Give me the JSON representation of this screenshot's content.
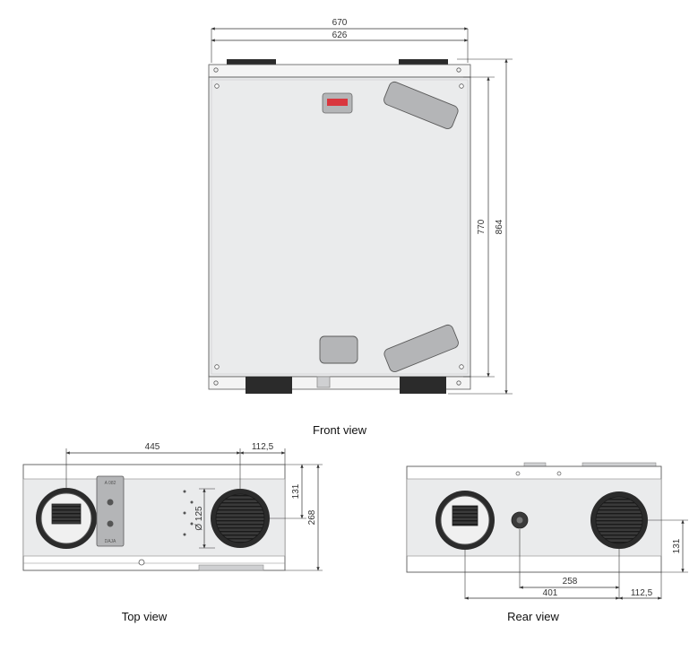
{
  "views": {
    "front": {
      "label": "Front view"
    },
    "top": {
      "label": "Top view"
    },
    "rear": {
      "label": "Rear view"
    }
  },
  "dimensions": {
    "front_width_outer": "670",
    "front_width_inner": "626",
    "front_height_inner": "770",
    "front_height_outer": "864",
    "top_spigot_spacing": "445",
    "top_spigot_offset": "112,5",
    "top_spigot_height": "131",
    "top_depth": "268",
    "top_spigot_diameter": "Ø 125",
    "rear_spigot_spacing_inner": "258",
    "rear_spigot_spacing_outer": "401",
    "rear_spigot_offset": "112,5",
    "rear_spigot_height": "131"
  },
  "plate_text": {
    "top": "A 082",
    "bottom": "DAJA"
  },
  "colors": {
    "panel": "#eaebec",
    "outline": "#5a5a5a",
    "spigot_dark": "#2b2b2b",
    "filter_box": "#b4b5b7",
    "indicator_red": "#d9363e",
    "dimension_line": "#333333"
  }
}
